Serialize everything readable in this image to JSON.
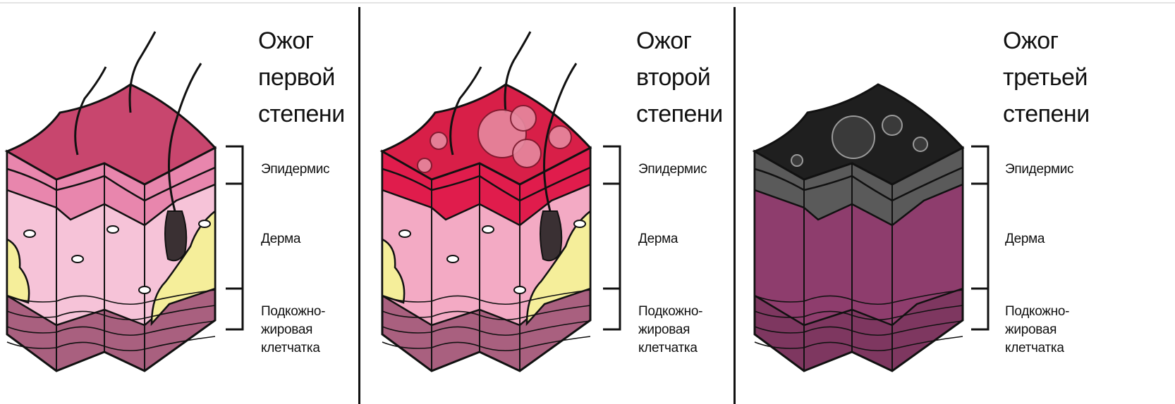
{
  "panels": [
    {
      "title_lines": [
        "Ожог",
        "первой",
        "степени"
      ],
      "colors": {
        "top": "#c8466e",
        "epidermis": "#e886ad",
        "dermis": "#f6c3d8",
        "fat": "#f5ee9a",
        "subcutis": "#a9607f",
        "outline": "#111111"
      }
    },
    {
      "title_lines": [
        "Ожог",
        "второй",
        "степени"
      ],
      "colors": {
        "top": "#d81f48",
        "epidermis": "#e01c4c",
        "dermis": "#f3aac4",
        "fat": "#f5ee9a",
        "subcutis": "#a9607f",
        "outline": "#111111"
      }
    },
    {
      "title_lines": [
        "Ожог",
        "третьей",
        "степени"
      ],
      "colors": {
        "top": "#1f1f1f",
        "epidermis": "#5a5a5a",
        "dermis": "#8e3d6d",
        "fat": "#8e3d6d",
        "subcutis": "#7e3760",
        "outline": "#111111"
      }
    }
  ],
  "layers": {
    "epidermis": "Эпидермис",
    "dermis": "Дерма",
    "subcutis_lines": [
      "Подкожно-",
      "жировая",
      "клетчатка"
    ]
  }
}
